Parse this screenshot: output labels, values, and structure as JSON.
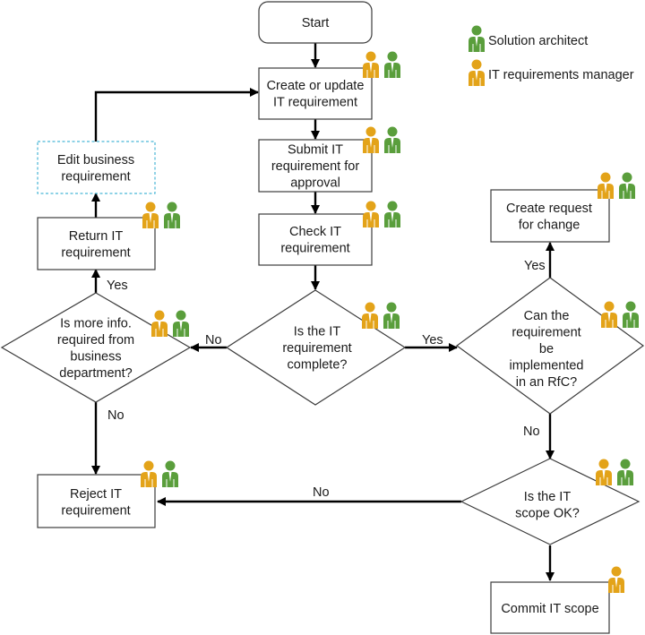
{
  "legend": {
    "solution_architect": "Solution architect",
    "it_requirements_manager": "IT requirements manager"
  },
  "colors": {
    "solution_architect": "#5a9e3c",
    "it_requirements_manager": "#e3a319",
    "dashed_border": "#49b6d6"
  },
  "nodes": {
    "start": [
      "Start"
    ],
    "create_update": [
      "Create or update",
      "IT requirement"
    ],
    "submit": [
      "Submit IT",
      "requirement for",
      "approval"
    ],
    "check": [
      "Check IT",
      "requirement"
    ],
    "is_complete": [
      "Is the IT",
      "requirement",
      "complete?"
    ],
    "more_info": [
      "Is more info.",
      "required from",
      "business",
      "department?"
    ],
    "return_it": [
      "Return IT",
      "requirement"
    ],
    "edit_business": [
      "Edit business",
      "requirement"
    ],
    "reject": [
      "Reject IT",
      "requirement"
    ],
    "can_rfc": [
      "Can the",
      "requirement",
      "be",
      "implemented",
      "in an RfC?"
    ],
    "create_rfc": [
      "Create request",
      "for change"
    ],
    "scope_ok": [
      "Is the IT",
      "scope OK?"
    ],
    "commit": [
      "Commit IT scope"
    ]
  },
  "edge_labels": {
    "complete_no": "No",
    "complete_yes": "Yes",
    "more_info_yes": "Yes",
    "more_info_no": "No",
    "rfc_yes": "Yes",
    "rfc_no": "No",
    "scope_no": "No"
  },
  "role_icons": {
    "create_update": [
      "it_requirements_manager",
      "solution_architect"
    ],
    "submit": [
      "it_requirements_manager",
      "solution_architect"
    ],
    "check": [
      "it_requirements_manager",
      "solution_architect"
    ],
    "is_complete": [
      "it_requirements_manager",
      "solution_architect"
    ],
    "more_info": [
      "it_requirements_manager",
      "solution_architect"
    ],
    "return_it": [
      "it_requirements_manager",
      "solution_architect"
    ],
    "reject": [
      "it_requirements_manager",
      "solution_architect"
    ],
    "can_rfc": [
      "it_requirements_manager",
      "solution_architect"
    ],
    "create_rfc": [
      "it_requirements_manager",
      "solution_architect"
    ],
    "scope_ok": [
      "it_requirements_manager",
      "solution_architect"
    ],
    "commit": [
      "it_requirements_manager"
    ]
  }
}
